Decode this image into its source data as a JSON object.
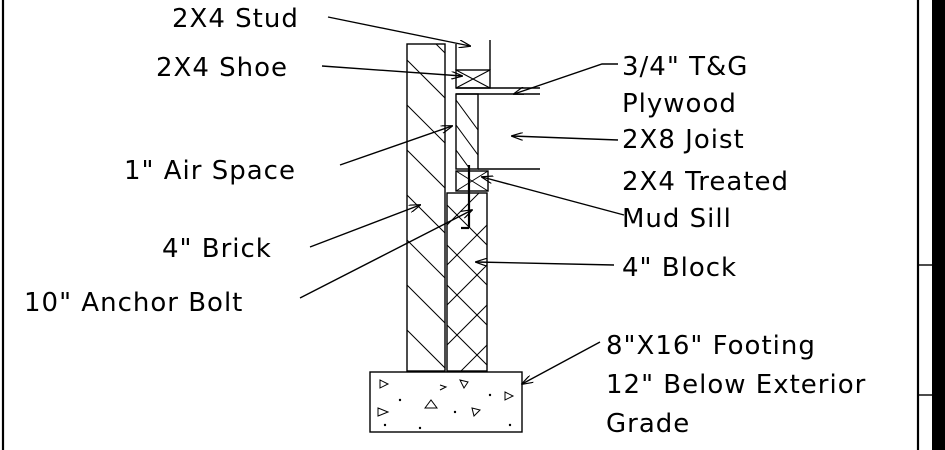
{
  "labels": {
    "stud": "2X4 Stud",
    "shoe": "2X4 Shoe",
    "plywood_1": "3/4\" T&G",
    "plywood_2": "Plywood",
    "joist": "2X8 Joist",
    "air_space": "1\" Air Space",
    "treated": "2X4 Treated",
    "mud_sill": "Mud Sill",
    "brick": "4\" Brick",
    "block": "4\" Block",
    "anchor_bolt": "10\" Anchor Bolt",
    "footing_1": "8\"X16\" Footing",
    "footing_2": "12\" Below Exterior",
    "footing_3": "Grade"
  }
}
